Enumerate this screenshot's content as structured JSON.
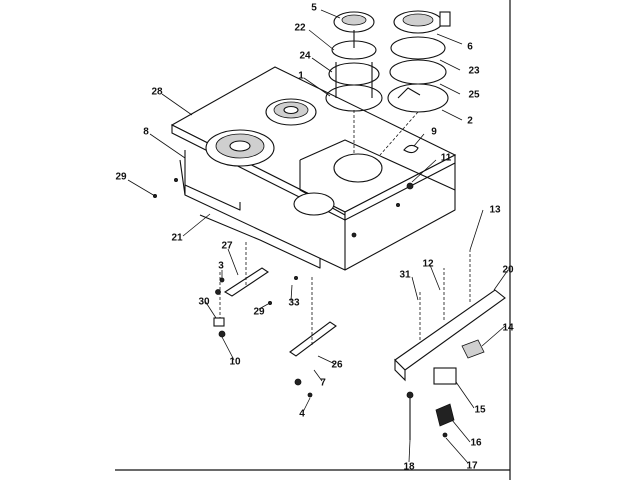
{
  "callouts": [
    {
      "id": "c5",
      "label": "5"
    },
    {
      "id": "c6",
      "label": "6"
    },
    {
      "id": "c22",
      "label": "22"
    },
    {
      "id": "c24",
      "label": "24"
    },
    {
      "id": "c1",
      "label": "1"
    },
    {
      "id": "c23",
      "label": "23"
    },
    {
      "id": "c25",
      "label": "25"
    },
    {
      "id": "c2",
      "label": "2"
    },
    {
      "id": "c28",
      "label": "28"
    },
    {
      "id": "c8",
      "label": "8"
    },
    {
      "id": "c9",
      "label": "9"
    },
    {
      "id": "c11",
      "label": "11"
    },
    {
      "id": "c29a",
      "label": "29"
    },
    {
      "id": "c13",
      "label": "13"
    },
    {
      "id": "c21",
      "label": "21"
    },
    {
      "id": "c27",
      "label": "27"
    },
    {
      "id": "c3",
      "label": "3"
    },
    {
      "id": "c31",
      "label": "31"
    },
    {
      "id": "c12",
      "label": "12"
    },
    {
      "id": "c20",
      "label": "20"
    },
    {
      "id": "c30",
      "label": "30"
    },
    {
      "id": "c33",
      "label": "33"
    },
    {
      "id": "c29b",
      "label": "29"
    },
    {
      "id": "c14",
      "label": "14"
    },
    {
      "id": "c10",
      "label": "10"
    },
    {
      "id": "c26",
      "label": "26"
    },
    {
      "id": "c7",
      "label": "7"
    },
    {
      "id": "c15",
      "label": "15"
    },
    {
      "id": "c4",
      "label": "4"
    },
    {
      "id": "c16",
      "label": "16"
    },
    {
      "id": "c18",
      "label": "18"
    },
    {
      "id": "c17",
      "label": "17"
    }
  ]
}
